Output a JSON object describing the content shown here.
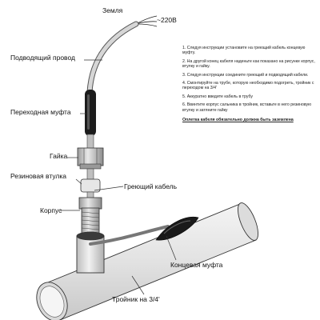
{
  "labels": {
    "ground": "Земля",
    "voltage": "~220В",
    "supply_wire": "Подводящий провод",
    "adapter_coupling": "Переходная муфта",
    "nut": "Гайка",
    "rubber_sleeve": "Резиновая втулка",
    "heating_cable": "Греющий кабель",
    "housing": "Корпус",
    "end_coupling": "Концевая муфта",
    "tee": "Тройник на 3/4'"
  },
  "instructions": [
    "1. Следуя инструкции установите на греющий кабель концевую муфту.",
    "2. На другой конец кабеля наденьте как показано на рисунке корпус, втулку и гайку.",
    "3. Следуя инструкции соедините греющий и подводящий кабели.",
    "4. Смонтируйте на трубе, которую необходимо подогреть, тройник с переходом на 3/4'",
    "5. Аккуратно введите кабель в трубу",
    "6. Ввинтите корпус сальника в тройник, вставьте в него резиновую втулку и затяните гайку"
  ],
  "warning": "Оплетка кабеля обязательно должна быть заземлена",
  "colors": {
    "pipe_fill": "#e6e6e6",
    "metal": "#cfcfcf",
    "coupling": "#1c1c1c",
    "line": "#222222"
  }
}
